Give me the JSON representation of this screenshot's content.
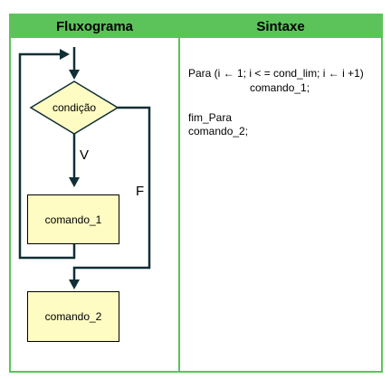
{
  "headers": {
    "flowchart": "Fluxograma",
    "syntax": "Sintaxe"
  },
  "flowchart": {
    "decision_label": "condição",
    "true_label": "V",
    "false_label": "F",
    "command1_label": "comando_1",
    "command2_label": "comando_2"
  },
  "syntax": {
    "line1": "Para (i ← 1; i < = cond_lim; i ← i +1)",
    "line2": "comando_1;",
    "line3": "fim_Para",
    "line4": "comando_2;"
  },
  "colors": {
    "header_bg": "#5cc35a",
    "box_fill": "#fefbc3",
    "border": "#5cc35a"
  }
}
